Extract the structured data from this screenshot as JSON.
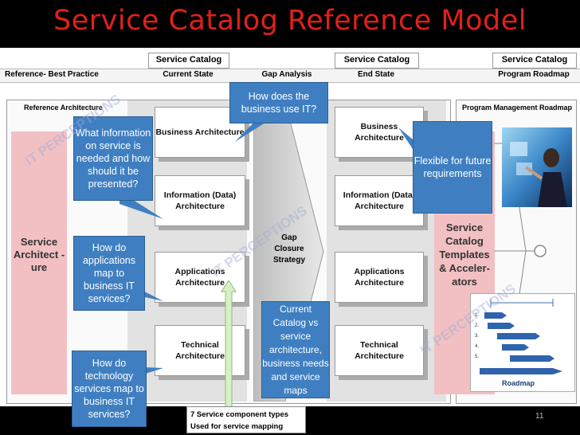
{
  "title": "Service Catalog Reference Model",
  "reference_label": "Reference- Best Practice",
  "header": {
    "current": {
      "title": "Service Catalog",
      "sub": "Current State"
    },
    "gap": "Gap Analysis",
    "end": {
      "title": "Service Catalog",
      "sub": "End State"
    },
    "roadmap": {
      "title": "Service Catalog",
      "sub": "Program Roadmap"
    }
  },
  "panels": {
    "reference_architecture": "Reference Architecture",
    "program_management": "Program Management Roadmap"
  },
  "left_pink": "Service Architect -ure",
  "right_pink": "Service Catalog Templates & Acceler- ators",
  "current_boxes": [
    "Business Architecture",
    "Information (Data) Architecture",
    "Applications Architecture",
    "Technical Architecture"
  ],
  "end_boxes": [
    "Business Architecture",
    "Information (Data) Architecture",
    "Applications Architecture",
    "Technical Architecture"
  ],
  "gap_closure": "Gap Closure Strategy",
  "callouts": {
    "what_info": "What information on service is needed and how should it be presented?",
    "apps_map": "How do applications map to business IT services?",
    "tech_map": "How do technology services map to business IT services?",
    "business_use": "How does the business use IT?",
    "flexible": "Flexible for future requirements",
    "current_catalog": "Current Catalog vs service architecture, business needs and service maps"
  },
  "footer_note": {
    "line1": "7 Service component types",
    "line2": "Used for service mapping"
  },
  "roadmap_label": "Roadmap",
  "roadmap_steps": [
    "1.",
    "2.",
    "3.",
    "4.",
    "5."
  ],
  "watermark": "IT PERCEPTIONS",
  "page_number": "11",
  "colors": {
    "title": "#e0201b",
    "callout": "#3f7fc1",
    "pink": "#f2c0c3"
  }
}
